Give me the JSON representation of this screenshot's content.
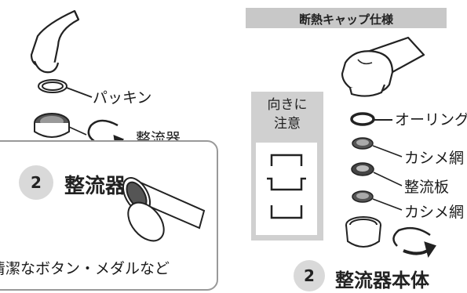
{
  "left": {
    "packing_label": "パッキン",
    "aerator_label": "整流器"
  },
  "callout": {
    "number": "2",
    "title": "整流器",
    "caption": "清潔なボタン・メダルなど"
  },
  "right": {
    "header": "断熱キャップ仕様",
    "note_title_line1": "向きに",
    "note_title_line2": "注意",
    "labels": {
      "oring": "オーリング",
      "mesh_top": "カシメ網",
      "plate": "整流板",
      "mesh_bottom": "カシメ網"
    },
    "footer_number": "2",
    "footer_title": "整流器本体"
  },
  "colors": {
    "header_bg": "#c8c8c8",
    "circle_bg": "#d9d9d9",
    "panel_bg": "#d0d0d0",
    "callout_border": "#999999"
  }
}
